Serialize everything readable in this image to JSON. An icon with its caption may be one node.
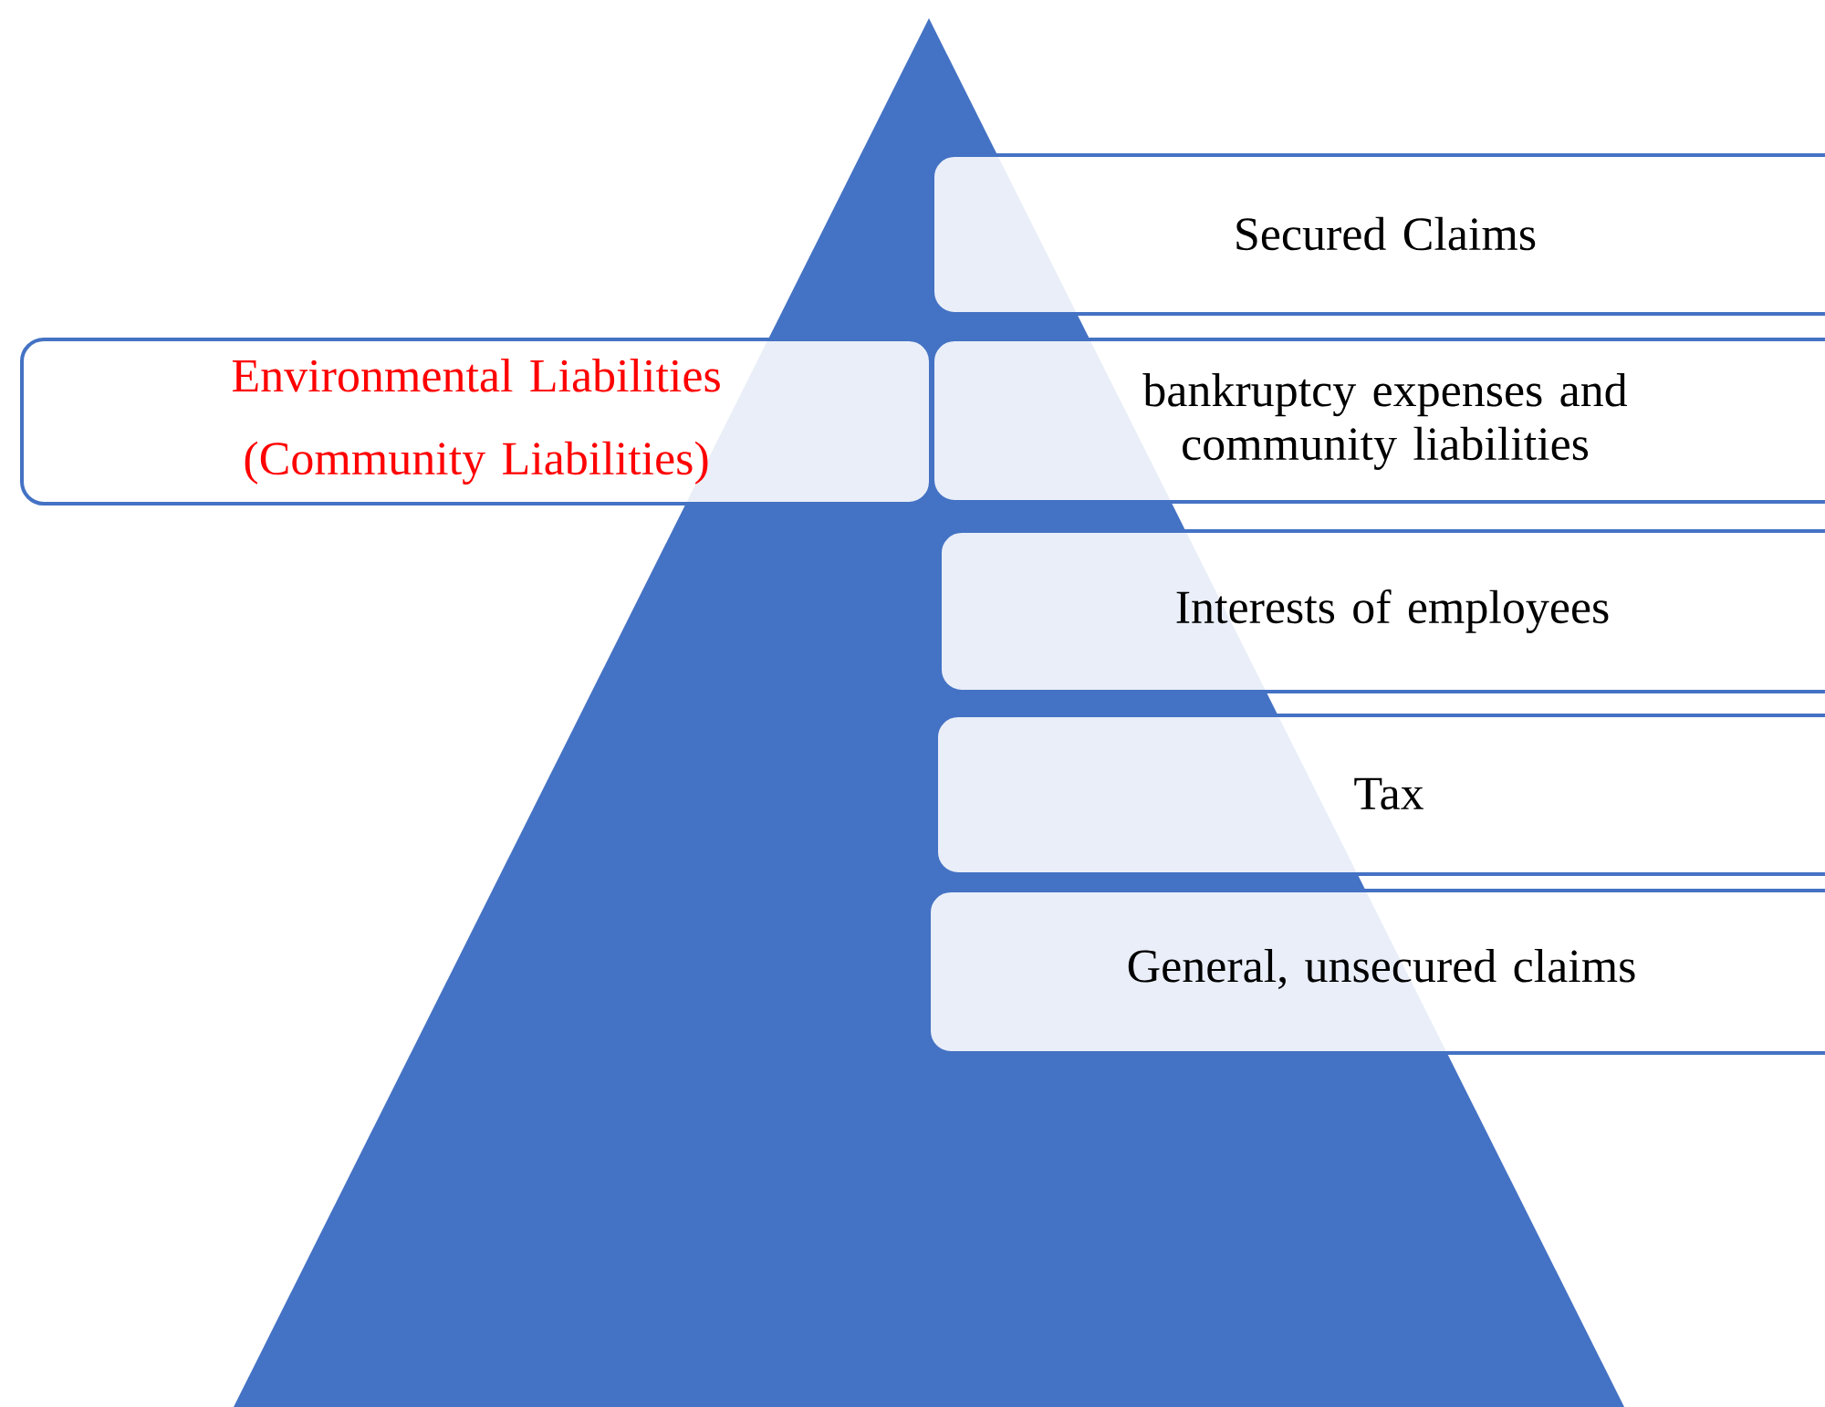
{
  "diagram": {
    "nodes": [
      {
        "text": [
          "Environmental Liabilities (Community Liabilities)"
        ]
      },
      {
        "text": [
          "Secured Claims"
        ]
      },
      {
        "text": [
          "bankruptcy expenses and community liabilities"
        ]
      },
      {
        "text": [
          "Interests of employees"
        ]
      },
      {
        "text": [
          "Tax"
        ]
      },
      {
        "text": [
          "General, unsecured claims"
        ]
      }
    ]
  }
}
